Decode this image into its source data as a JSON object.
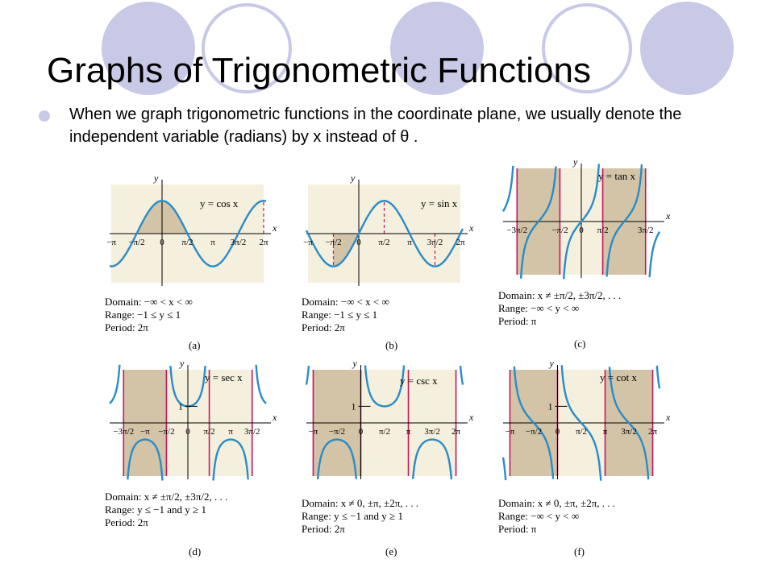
{
  "slide": {
    "title": "Graphs of Trigonometric Functions",
    "bullet_text": "When we graph trigonometric functions in the coordinate plane, we usually denote the independent variable (radians) by x instead of θ .",
    "colors": {
      "circle": "#c8c9e6",
      "curve": "#2a8cc7",
      "shade_dark": "#d3c4a8",
      "shade_light": "#f5f0dd",
      "asymptote": "#c2185b"
    }
  },
  "panels": [
    {
      "id": "a",
      "func": "cos",
      "label_fn": "y = cos x",
      "domain": "Domain: −∞ < x < ∞",
      "range": "Range: −1 ≤ y ≤ 1",
      "period": "Period: 2π",
      "caption": "(a)",
      "ticks": [
        "−π",
        "−π/2",
        "0",
        "π/2",
        "π",
        "3π/2",
        "2π"
      ]
    },
    {
      "id": "b",
      "func": "sin",
      "label_fn": "y = sin x",
      "domain": "Domain: −∞ < x < ∞",
      "range": "Range: −1 ≤ y ≤ 1",
      "period": "Period: 2π",
      "caption": "(b)",
      "ticks": [
        "−π",
        "−π/2",
        "0",
        "π/2",
        "π",
        "3π/2",
        "2π"
      ]
    },
    {
      "id": "c",
      "func": "tan",
      "label_fn": "y = tan x",
      "domain": "Domain: x ≠ ±π/2, ±3π/2, . . .",
      "range": "Range: −∞ < y < ∞",
      "period": "Period: π",
      "caption": "(c)",
      "ticks": [
        "−3π/2",
        "−π/2",
        "0",
        "π/2",
        "3π/2"
      ]
    },
    {
      "id": "d",
      "func": "sec",
      "label_fn": "y = sec x",
      "domain": "Domain: x ≠ ±π/2, ±3π/2, . . .",
      "range": "Range: y ≤ −1 and y ≥ 1",
      "period": "Period: 2π",
      "caption": "(d)",
      "ticks": [
        "−3π/2",
        "−π",
        "−π/2",
        "0",
        "π/2",
        "π",
        "3π/2"
      ]
    },
    {
      "id": "e",
      "func": "csc",
      "label_fn": "y = csc x",
      "domain": "Domain: x ≠ 0, ±π, ±2π, . . .",
      "range": "Range: y ≤ −1 and y ≥ 1",
      "period": "Period: 2π",
      "caption": "(e)",
      "ticks": [
        "−π",
        "−π/2",
        "0",
        "π/2",
        "π",
        "3π/2",
        "2π"
      ]
    },
    {
      "id": "f",
      "func": "cot",
      "label_fn": "y = cot x",
      "domain": "Domain: x ≠ 0, ±π, ±2π, . . .",
      "range": "Range: −∞ < y < ∞",
      "period": "Period: π",
      "caption": "(f)",
      "ticks": [
        "−π",
        "−π/2",
        "0",
        "π/2",
        "π",
        "3π/2",
        "2π"
      ]
    }
  ]
}
